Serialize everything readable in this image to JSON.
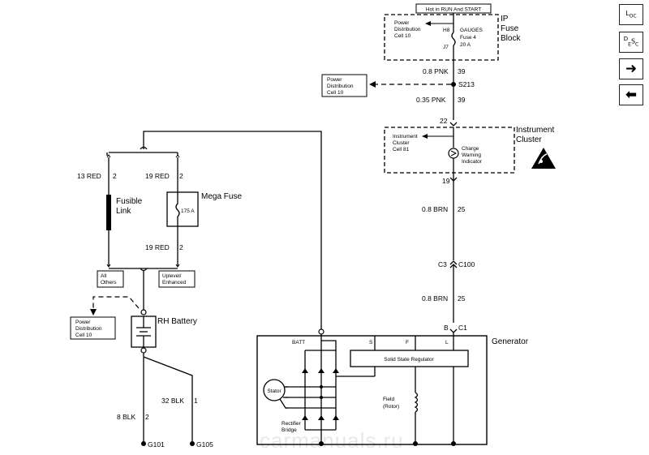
{
  "nav": {
    "loc_main": "L",
    "loc_sub": "OC",
    "desc_main": "D",
    "desc_sub1": "E",
    "desc_main2": "S",
    "desc_sub2": "C",
    "forward": "➜",
    "back": "⬅"
  },
  "top": {
    "hot_label": "Hot in RUN And START",
    "ip_fuse_block_1": "IP",
    "ip_fuse_block_2": "Fuse",
    "ip_fuse_block_3": "Block",
    "pdc_1": "Power",
    "pdc_2": "Distribution",
    "pdc_3": "Cell 10",
    "h8": "H8",
    "j7": "J7",
    "fuse_1": "GAUGES",
    "fuse_2": "Fuse 4",
    "fuse_3": "20 A"
  },
  "wires": {
    "pnk_08": "0.8 PNK",
    "pnk_08_ckt": "39",
    "pnk_035": "0.35 PNK",
    "pnk_035_ckt": "39",
    "brn_1": "0.8 BRN",
    "brn_1_ckt": "25",
    "brn_2": "0.8 BRN",
    "brn_2_ckt": "25",
    "red_13": "13 RED",
    "red_13_ckt": "2",
    "red_19a": "19 RED",
    "red_19a_ckt": "2",
    "red_19b": "19 RED",
    "red_19b_ckt": "2",
    "blk_32": "32 BLK",
    "blk_32_ckt": "1",
    "blk_8": "8 BLK",
    "blk_8_ckt": "2"
  },
  "splice": {
    "s213": "S213"
  },
  "pdc_left": {
    "l1": "Power",
    "l2": "Distribution",
    "l3": "Cell 10"
  },
  "pdc_battery": {
    "l1": "Power",
    "l2": "Distribution",
    "l3": "Cell 10"
  },
  "cluster": {
    "title_1": "Instrument",
    "title_2": "Cluster",
    "cell_1": "Instrument",
    "cell_2": "Cluster",
    "cell_3": "Cell 81",
    "ind_1": "Charge",
    "ind_2": "Warning",
    "ind_3": "Indicator",
    "pin_top": "22",
    "pin_bottom": "19"
  },
  "connectors": {
    "c3": "C3",
    "c100": "C100",
    "b": "B",
    "c1": "C1"
  },
  "fusible": {
    "l1": "Fusible",
    "l2": "Link"
  },
  "mega_fuse": {
    "title": "Mega Fuse",
    "rating": "175 A"
  },
  "options": {
    "all_1": "All",
    "all_2": "Others",
    "up_1": "Uplevel/",
    "up_2": "Enhanced"
  },
  "battery": {
    "label": "RH Battery"
  },
  "grounds": {
    "g101": "G101",
    "g105": "G105"
  },
  "generator": {
    "title": "Generator",
    "batt": "BATT",
    "s": "S",
    "f": "F",
    "l": "L",
    "regulator": "Solid State Regulator",
    "stator": "Stator",
    "rect_1": "Rectifier",
    "rect_2": "Bridge",
    "field_1": "Field",
    "field_2": "(Rotor)"
  },
  "watermark": "carmanuals.ru"
}
